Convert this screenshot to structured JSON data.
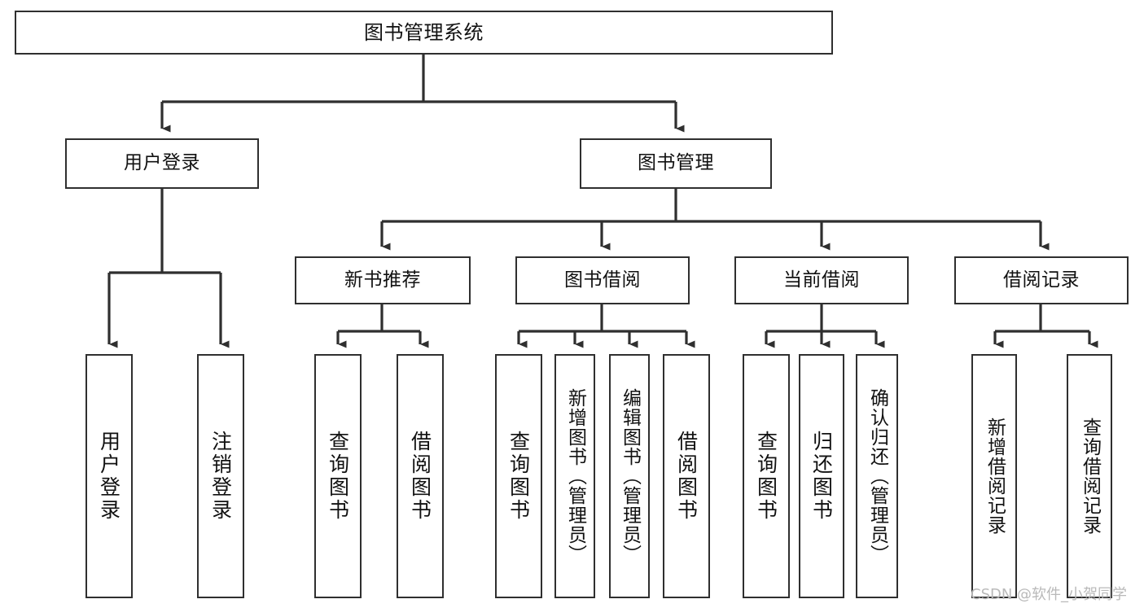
{
  "diagram": {
    "title": "图书管理系统",
    "type": "tree-hierarchy",
    "orientation": "top-down",
    "colors": {
      "box_border": "#2f2f2f",
      "box_fill": "#ffffff",
      "edge": "#2f2f2f",
      "text": "#111111",
      "watermark": "#b9b9b9",
      "background": "#ffffff"
    }
  },
  "nodes": {
    "root": {
      "label": "图书管理系统"
    },
    "level2": [
      {
        "id": "user-login",
        "label": "用户登录"
      },
      {
        "id": "book-manage",
        "label": "图书管理"
      }
    ],
    "level3": [
      {
        "id": "new-book-recommend",
        "label": "新书推荐"
      },
      {
        "id": "book-borrow",
        "label": "图书借阅"
      },
      {
        "id": "current-borrow",
        "label": "当前借阅"
      },
      {
        "id": "borrow-record",
        "label": "借阅记录"
      }
    ],
    "leaves": {
      "user-login": [
        {
          "id": "leaf-user-login",
          "label": "用户登录"
        },
        {
          "id": "leaf-logout",
          "label": "注销登录"
        }
      ],
      "new-book-recommend": [
        {
          "id": "leaf-query-book-1",
          "label": "查询图书"
        },
        {
          "id": "leaf-borrow-book-1",
          "label": "借阅图书"
        }
      ],
      "book-borrow": [
        {
          "id": "leaf-query-book-2",
          "label": "查询图书"
        },
        {
          "id": "leaf-add-book",
          "label": "新增图书（管理员）"
        },
        {
          "id": "leaf-edit-book",
          "label": "编辑图书（管理员）"
        },
        {
          "id": "leaf-borrow-book-2",
          "label": "借阅图书"
        }
      ],
      "current-borrow": [
        {
          "id": "leaf-query-book-3",
          "label": "查询图书"
        },
        {
          "id": "leaf-return-book",
          "label": "归还图书"
        },
        {
          "id": "leaf-confirm-return",
          "label": "确认归还（管理员）"
        }
      ],
      "borrow-record": [
        {
          "id": "leaf-add-record",
          "label": "新增借阅记录"
        },
        {
          "id": "leaf-query-record",
          "label": "查询借阅记录"
        }
      ]
    }
  },
  "watermark": {
    "text": "CSDN @软件_小贺同学"
  }
}
